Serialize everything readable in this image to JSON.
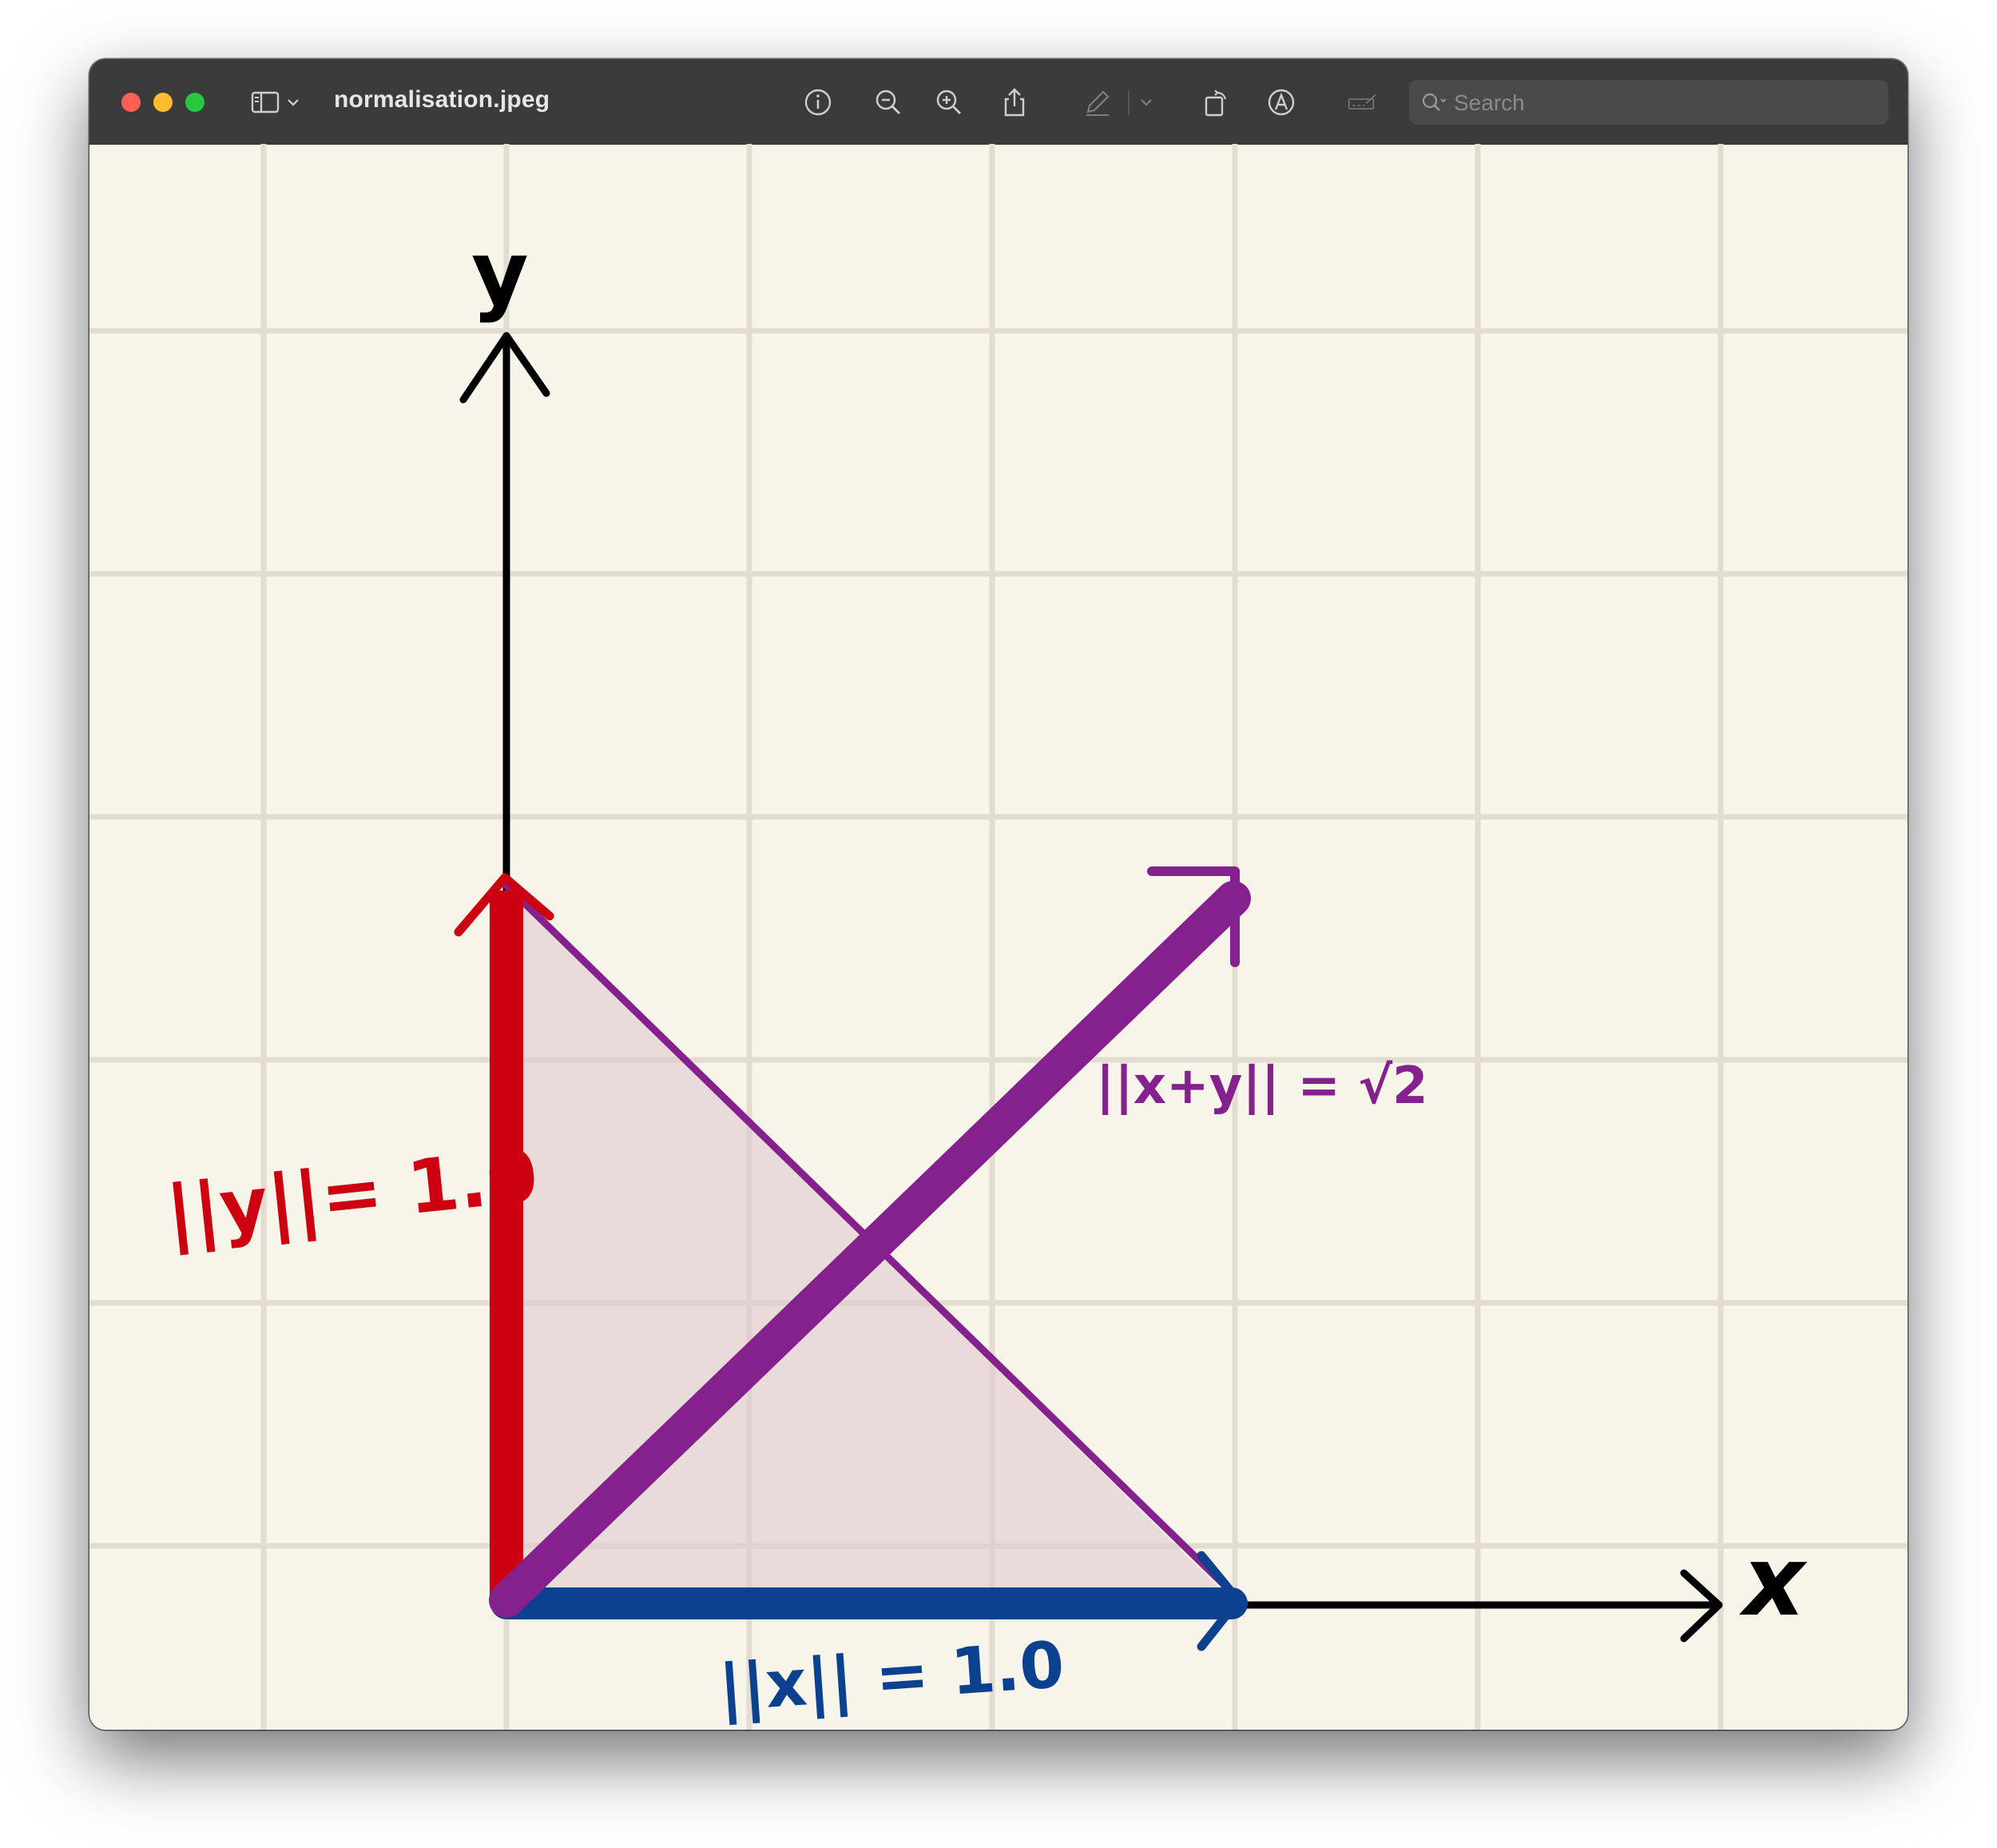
{
  "window": {
    "title": "normalisation.jpeg",
    "search_placeholder": "Search"
  },
  "toolbar": {
    "icons": [
      "sidebar-toggle-icon",
      "chevron-down-icon",
      "info-icon",
      "zoom-out-icon",
      "zoom-in-icon",
      "share-icon",
      "pencil-icon",
      "chevron-down-icon",
      "rotate-icon",
      "markup-icon",
      "signature-icon",
      "search-icon"
    ]
  },
  "drawing": {
    "axis_y_label": "y",
    "axis_x_label": "x",
    "label_y_norm": "||y||= 1.0",
    "label_x_norm": "||x|| = 1.0",
    "label_sum_norm": "||x+y|| = √2",
    "colors": {
      "paper": "#f7f4ea",
      "grid": "#e2ddd0",
      "axis": "#000000",
      "y_vector": "#cc0010",
      "x_vector": "#0c4190",
      "sum_vector": "#85218c",
      "triangle_fill": "#ebdfdf"
    }
  }
}
